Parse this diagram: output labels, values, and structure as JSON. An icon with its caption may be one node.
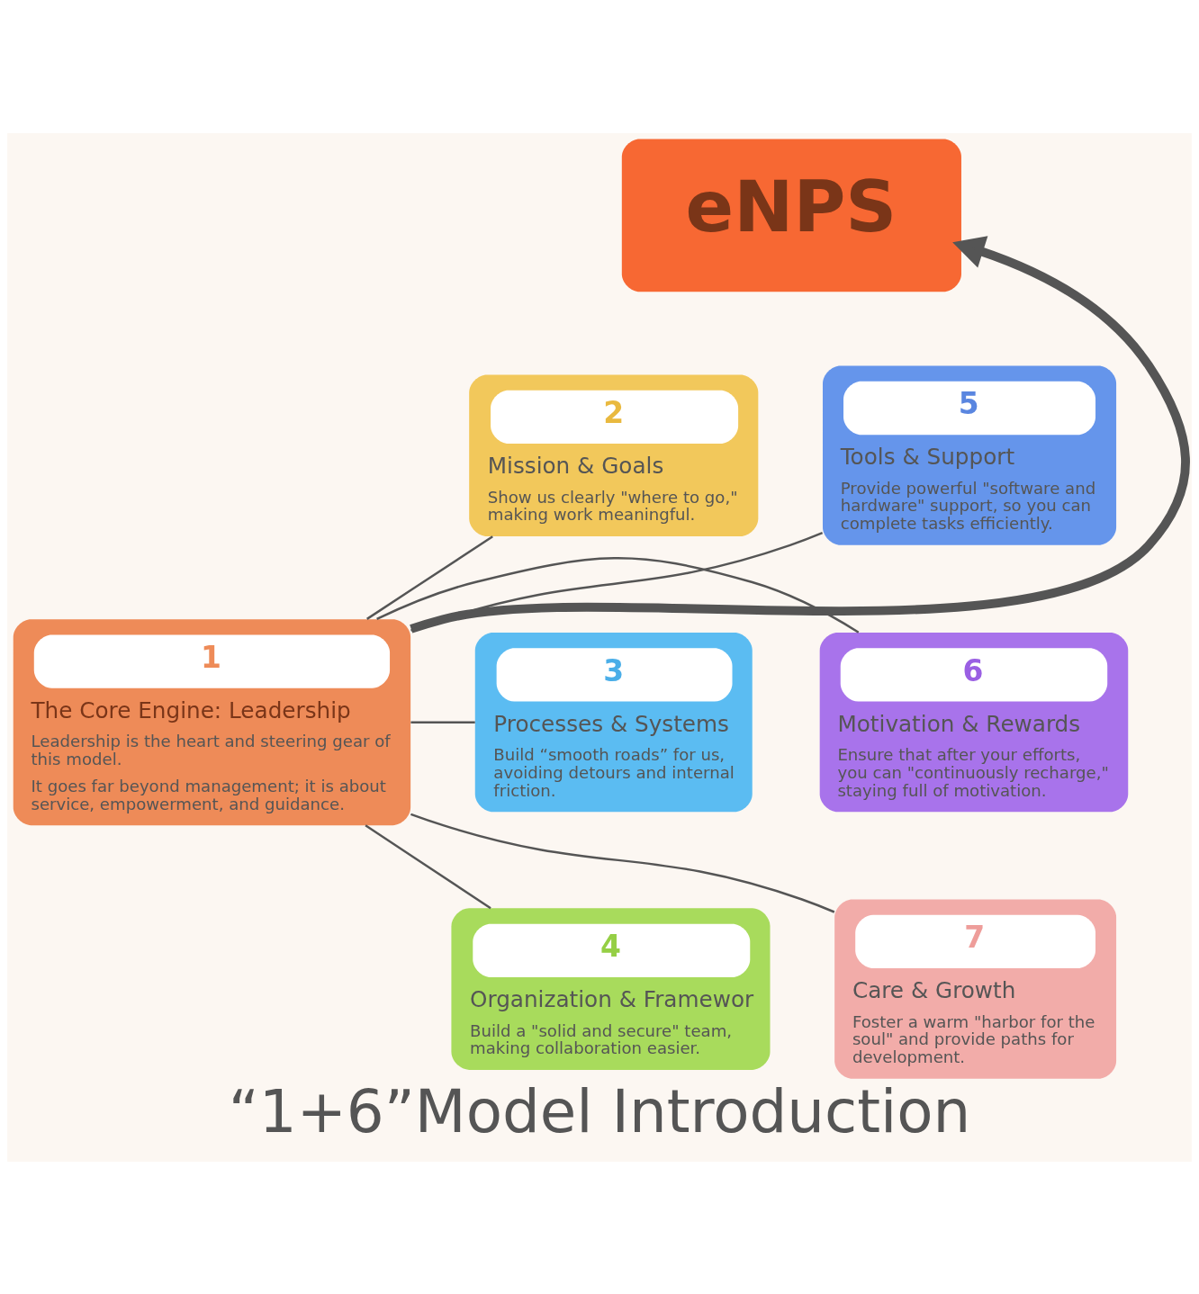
{
  "diagram": {
    "caption": "“1+6”Model Introduction",
    "nodes": [
      {
        "text": [
          "eNPS"
        ]
      },
      {
        "text": [
          "1",
          "The Core Engine: Leadership",
          "Leadership is the heart and steering gear of this model.",
          "It goes far beyond management; it is about service, empowerment, and guidance."
        ]
      },
      {
        "text": [
          "2",
          "Mission & Goals",
          "Show us clearly \"where to go,\" making work meaningful."
        ]
      },
      {
        "text": [
          "3",
          "Processes & Systems",
          "Build “smooth roads” for us, avoiding detours and internal friction."
        ]
      },
      {
        "text": [
          "4",
          "Organization & Framewor",
          "Build a \"solid and secure\" team, making collaboration easier."
        ]
      },
      {
        "text": [
          "5",
          "Tools & Support",
          "Provide powerful \"software and hardware\" support, so you can complete tasks efficiently."
        ]
      },
      {
        "text": [
          "6",
          "Motivation & Rewards",
          "Ensure that after your efforts, you can \"continuously recharge,\" staying full of motivation."
        ]
      },
      {
        "text": [
          "7",
          "Care & Growth",
          "Foster a warm \"harbor for the soul\" and provide paths for development."
        ]
      }
    ],
    "edges": [
      {
        "from": 1,
        "to": 0,
        "arrow": "to",
        "style": "thick"
      },
      {
        "from": 1,
        "to": 2,
        "arrow": "none"
      },
      {
        "from": 1,
        "to": 3,
        "arrow": "none"
      },
      {
        "from": 1,
        "to": 4,
        "arrow": "none"
      },
      {
        "from": 1,
        "to": 5,
        "arrow": "none"
      },
      {
        "from": 1,
        "to": 6,
        "arrow": "none"
      },
      {
        "from": 1,
        "to": 7,
        "arrow": "none"
      }
    ]
  }
}
